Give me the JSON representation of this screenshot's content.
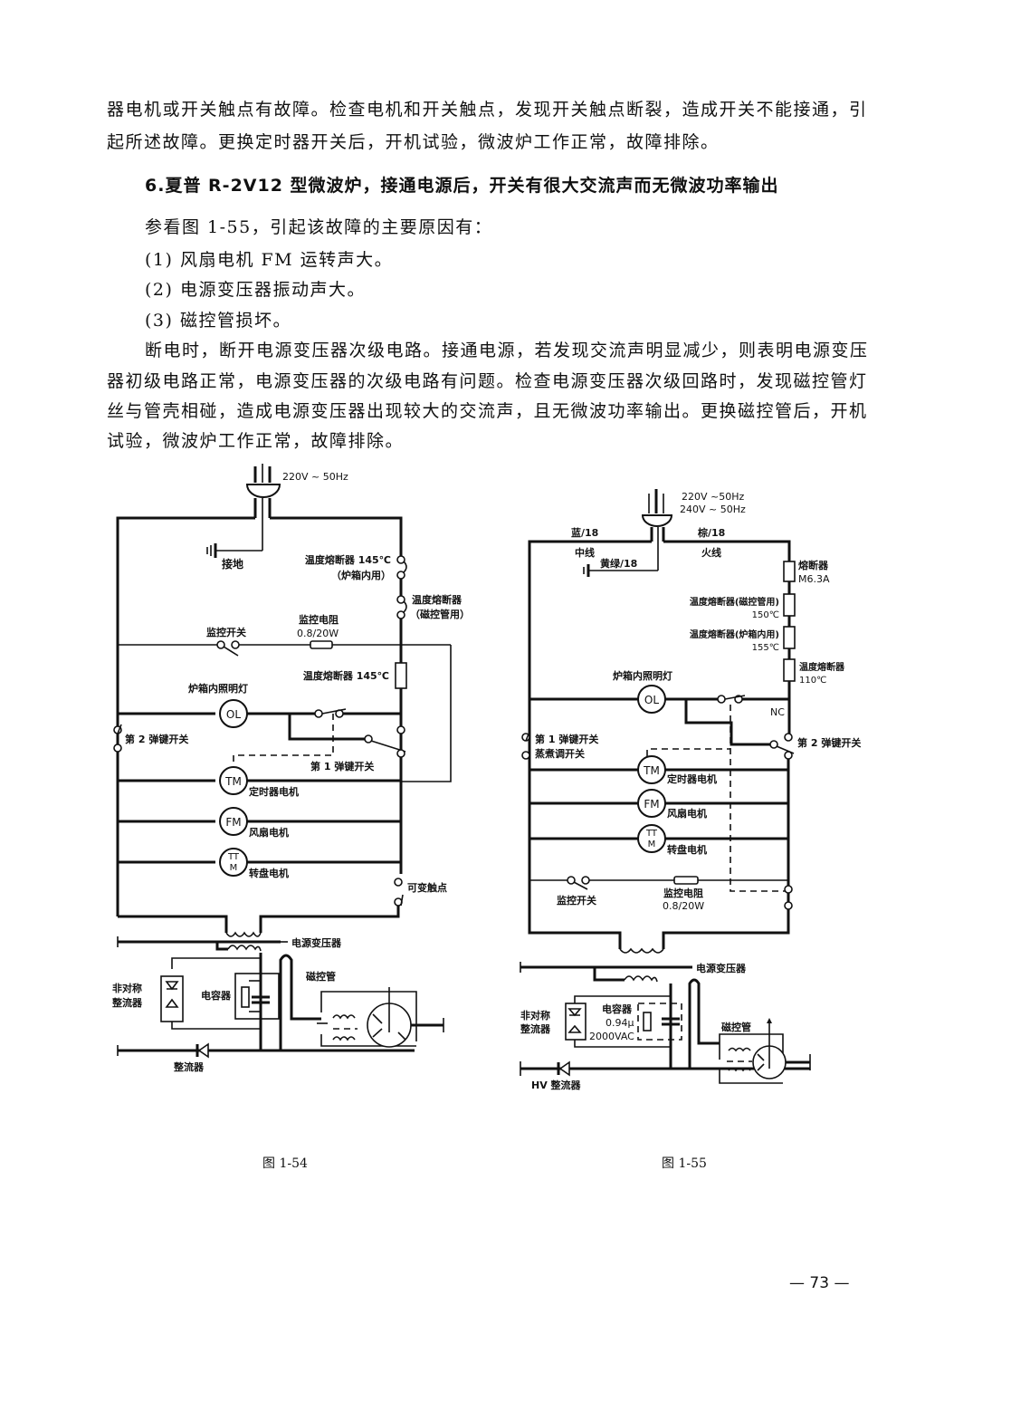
{
  "body": {
    "para1_line1": "器电机或开关触点有故障。检查电机和开关触点，发现开关触点断裂，造成开关不能接通，引",
    "para1_line2": "起所述故障。更换定时器开关后，开机试验，微波炉工作正常，故障排除。",
    "section_heading": "6.夏普 R-2V12 型微波炉，接通电源后，开关有很大交流声而无微波功率输出",
    "intro": "参看图 1-55，引起该故障的主要原因有：",
    "causes": [
      "(1) 风扇电机 FM 运转声大。",
      "(2) 电源变压器振动声大。",
      "(3) 磁控管损坏。"
    ],
    "para2_lines": [
      "断电时，断开电源变压器次级电路。接通电源，若发现交流声明显减少，则表明电源变压",
      "器初级电路正常，电源变压器的次级电路有问题。检查电源变压器次级回路时，发现磁控管灯",
      "丝与管壳相碰，造成电源变压器出现较大的交流声，且无微波功率输出。更换磁控管后，开机",
      "试验，微波炉工作正常，故障排除。"
    ]
  },
  "fig54": {
    "caption": "图 1-54",
    "supply": "220V ~ 50Hz",
    "ground": "接地",
    "fuse_oven_1": "温度熔断器 145℃",
    "fuse_oven_2": "（炉箱内用）",
    "fuse_mag_1": "温度熔断器",
    "fuse_mag_2": "（磁控管用）",
    "monitor_switch": "监控开关",
    "monitor_resistor_1": "监控电阻",
    "monitor_resistor_2": "0.8/20W",
    "fuse_145": "温度熔断器 145℃",
    "oven_lamp": "炉箱内照明灯",
    "ol": "OL",
    "switch2": "第 2 弹键开关",
    "switch1": "第 1 弹键开关",
    "tm": "TM",
    "timer_motor": "定时器电机",
    "fm": "FM",
    "fan_motor": "风扇电机",
    "ttm_1": "TT",
    "ttm_2": "M",
    "turntable_motor": "转盘电机",
    "variable_contact": "可变触点",
    "transformer": "电源变压器",
    "asym_rect_1": "非对称",
    "asym_rect_2": "整流器",
    "capacitor": "电容器",
    "magnetron": "磁控管",
    "rectifier": "整流器"
  },
  "fig55": {
    "caption": "图 1-55",
    "supply_1": "220V ~50Hz",
    "supply_2": "240V ~ 50Hz",
    "blue": "蓝/18",
    "brown": "棕/18",
    "neutral": "中线",
    "live": "火线",
    "yellow_green": "黄绿/18",
    "fuse_1": "熔断器",
    "fuse_2": "M6.3A",
    "fuse_mag_1": "温度熔断器(磁控管用)",
    "fuse_mag_2": "150℃",
    "fuse_oven_1": "温度熔断器(炉箱内用)",
    "fuse_oven_2": "155℃",
    "fuse_110_1": "温度熔断器",
    "fuse_110_2": "110℃",
    "oven_lamp": "炉箱内照明灯",
    "ol": "OL",
    "nc": "NC",
    "switch1_1": "第 1 弹键开关",
    "switch1_2": "蒸煮调开关",
    "switch2": "第 2 弹键开关",
    "tm": "TM",
    "timer_motor": "定时器电机",
    "fm": "FM",
    "fan_motor": "风扇电机",
    "ttm_1": "TT",
    "ttm_2": "M",
    "turntable_motor": "转盘电机",
    "monitor_switch": "监控开关",
    "monitor_resistor_1": "监控电阻",
    "monitor_resistor_2": "0.8/20W",
    "transformer": "电源变压器",
    "asym_rect_1": "非对称",
    "asym_rect_2": "整流器",
    "capacitor_1": "电容器",
    "capacitor_2": "0.94μ",
    "capacitor_3": "2000VAC",
    "magnetron": "磁控管",
    "hv_rectifier": "HV 整流器"
  },
  "footer": {
    "page_number": "— 73 —"
  }
}
